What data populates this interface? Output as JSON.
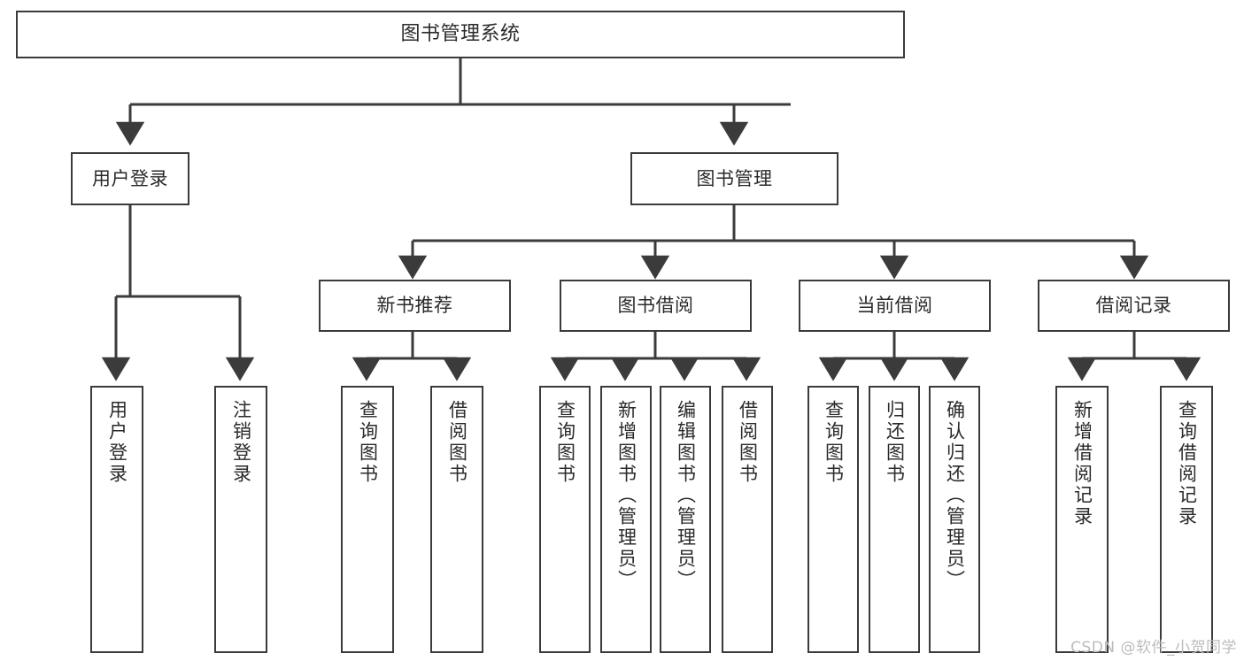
{
  "diagram": {
    "type": "tree-hierarchy-diagram",
    "title": "图书管理系统",
    "colors": {
      "background": "#ffffff",
      "box_border": "#3b3b3b",
      "box_fill": "#ffffff",
      "connector": "#3b3b3b",
      "text": "#2a2a2a",
      "watermark": "#bcbcbc"
    },
    "root": {
      "label": "图书管理系统"
    },
    "level2": [
      {
        "label": "用户登录"
      },
      {
        "label": "图书管理"
      }
    ],
    "level3": [
      {
        "label": "新书推荐"
      },
      {
        "label": "图书借阅"
      },
      {
        "label": "当前借阅"
      },
      {
        "label": "借阅记录"
      }
    ],
    "leaves": {
      "user_login": [
        {
          "label": "用户登录"
        },
        {
          "label": "注销登录"
        }
      ],
      "new_book_recommend": [
        {
          "label": "查询图书"
        },
        {
          "label": "借阅图书"
        }
      ],
      "book_borrow": [
        {
          "label": "查询图书"
        },
        {
          "label": "新增图书（管理员）"
        },
        {
          "label": "编辑图书（管理员）"
        },
        {
          "label": "借阅图书"
        }
      ],
      "current_borrow": [
        {
          "label": "查询图书"
        },
        {
          "label": "归还图书"
        },
        {
          "label": "确认归还（管理员）"
        }
      ],
      "borrow_records": [
        {
          "label": "新增借阅记录"
        },
        {
          "label": "查询借阅记录"
        }
      ]
    }
  },
  "watermark": {
    "text": "CSDN @软件_小贺同学"
  }
}
